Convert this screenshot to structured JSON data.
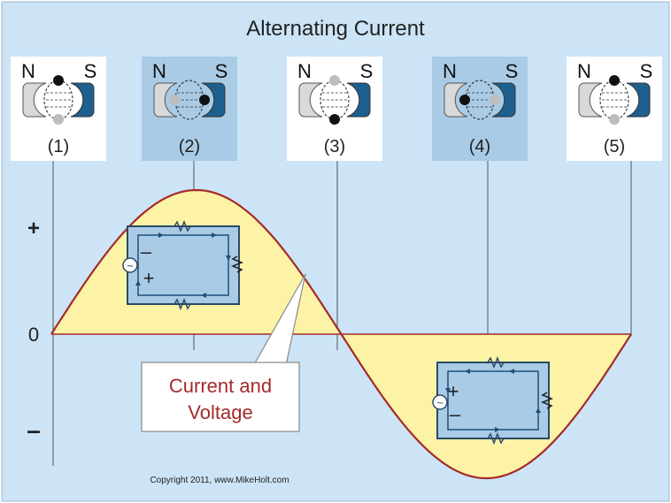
{
  "title": "Alternating Current",
  "positions": [
    {
      "label": "(1)",
      "shaded": false
    },
    {
      "label": "(2)",
      "shaded": true
    },
    {
      "label": "(3)",
      "shaded": false
    },
    {
      "label": "(4)",
      "shaded": true
    },
    {
      "label": "(5)",
      "shaded": false
    }
  ],
  "magnet": {
    "north": "N",
    "south": "S"
  },
  "axis": {
    "plus": "+",
    "zero": "0",
    "minus": "–"
  },
  "callout": {
    "line1": "Current and",
    "line2": "Voltage"
  },
  "circuit_top": {
    "sign_top": "–",
    "sign_bottom": "+",
    "source_symbol": "~"
  },
  "circuit_bottom": {
    "sign_top": "+",
    "sign_bottom": "–",
    "source_symbol": "~"
  },
  "copyright": "Copyright 2011, www.MikeHolt.com",
  "colors": {
    "background": "#cce4f6",
    "wave_fill": "#fdf3a6",
    "wave_stroke": "#a52a2a",
    "callout_text": "#a52a2a",
    "panel_shade": "#a9cbe6",
    "magnet_south": "#1d5f8f",
    "magnet_north": "#d9d9d9"
  }
}
